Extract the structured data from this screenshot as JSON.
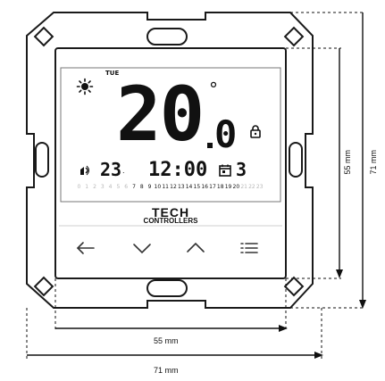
{
  "device": {
    "brand_line1": "TECH",
    "brand_line2": "CONTROLLERS",
    "colors": {
      "frame": "#1a1a1a",
      "panel": "#ffffff",
      "lcd_ink": "#111111",
      "inactive": "#b8b8b8"
    }
  },
  "display": {
    "day": "TUE",
    "temperature_int": "20",
    "temperature_dec": "0",
    "degree_symbol": "°",
    "set_temperature": "23",
    "set_temp_decimal": ".",
    "time": "12:00",
    "program_number": "3",
    "hours": [
      "0",
      "1",
      "2",
      "3",
      "4",
      "5",
      "6",
      "7",
      "8",
      "9",
      "10",
      "11",
      "12",
      "13",
      "14",
      "15",
      "16",
      "17",
      "18",
      "19",
      "20",
      "21",
      "22",
      "23"
    ],
    "active_hour_range": [
      7,
      20
    ],
    "icons": [
      "sun-icon",
      "lock-icon",
      "fan-icon",
      "calendar-icon"
    ]
  },
  "buttons": [
    {
      "name": "back-button",
      "icon": "arrow-left-icon"
    },
    {
      "name": "down-button",
      "icon": "chevron-down-icon"
    },
    {
      "name": "up-button",
      "icon": "chevron-up-icon"
    },
    {
      "name": "menu-button",
      "icon": "menu-icon"
    }
  ],
  "dimensions": {
    "inner_width": "55 mm",
    "outer_width": "71 mm",
    "inner_height": "55 mm",
    "outer_height": "71 mm"
  }
}
